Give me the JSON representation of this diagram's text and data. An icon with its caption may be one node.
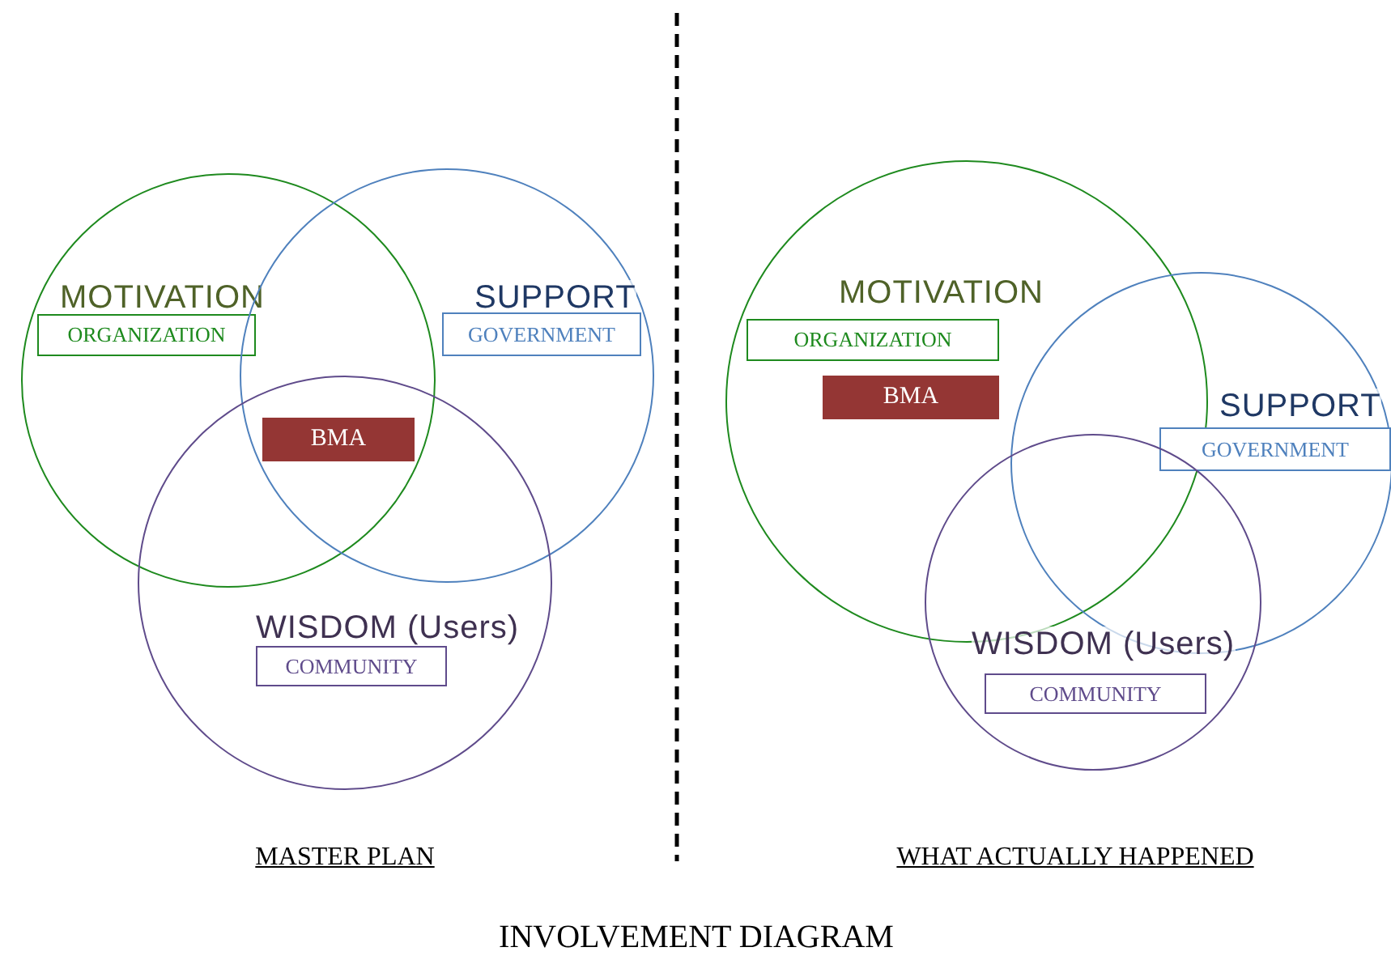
{
  "diagram": {
    "title": "INVOLVEMENT DIAGRAM",
    "nodes": [
      {
        "text": [
          "MOTIVATION"
        ]
      },
      {
        "text": [
          "ORGANIZATION"
        ],
        "in": 0
      },
      {
        "text": [
          "SUPPORT"
        ]
      },
      {
        "text": [
          "GOVERNMENT"
        ],
        "in": 2
      },
      {
        "text": [
          "BMA"
        ]
      },
      {
        "text": [
          "WISDOM (Users)"
        ]
      },
      {
        "text": [
          "COMMUNITY"
        ],
        "in": 5
      },
      {
        "text": [
          "MOTIVATION"
        ]
      },
      {
        "text": [
          "ORGANIZATION"
        ],
        "in": 7
      },
      {
        "text": [
          "BMA"
        ],
        "in": 7
      },
      {
        "text": [
          "SUPPORT"
        ]
      },
      {
        "text": [
          "GOVERNMENT"
        ],
        "in": 10
      },
      {
        "text": [
          "WISDOM (Users)"
        ]
      },
      {
        "text": [
          "COMMUNITY"
        ],
        "in": 12
      }
    ],
    "labels": [
      "MASTER PLAN",
      "WHAT ACTUALLY HAPPENED"
    ]
  }
}
